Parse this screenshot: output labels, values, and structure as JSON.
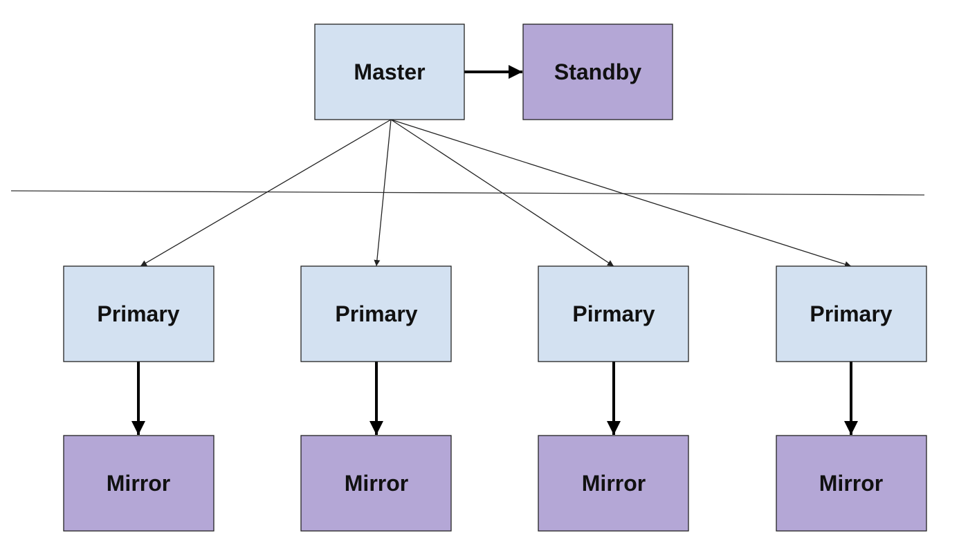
{
  "colors": {
    "coordinator_fill": "#d3e1f1",
    "replica_fill": "#b4a7d6",
    "edge": "#000000"
  },
  "nodes": {
    "master": {
      "label": "Master"
    },
    "standby": {
      "label": "Standby"
    },
    "primaries": [
      {
        "label": "Primary"
      },
      {
        "label": "Primary"
      },
      {
        "label": "Pirmary"
      },
      {
        "label": "Primary"
      }
    ],
    "mirrors": [
      {
        "label": "Mirror"
      },
      {
        "label": "Mirror"
      },
      {
        "label": "Mirror"
      },
      {
        "label": "Mirror"
      }
    ]
  },
  "edges": [
    {
      "from": "master",
      "to": "standby",
      "style": "thick"
    },
    {
      "from": "master",
      "to": "primary-1",
      "style": "thin"
    },
    {
      "from": "master",
      "to": "primary-2",
      "style": "thin"
    },
    {
      "from": "master",
      "to": "primary-3",
      "style": "thin"
    },
    {
      "from": "master",
      "to": "primary-4",
      "style": "thin"
    },
    {
      "from": "primary-1",
      "to": "mirror-1",
      "style": "thick"
    },
    {
      "from": "primary-2",
      "to": "mirror-2",
      "style": "thick"
    },
    {
      "from": "primary-3",
      "to": "mirror-3",
      "style": "thick"
    },
    {
      "from": "primary-4",
      "to": "mirror-4",
      "style": "thick"
    }
  ]
}
